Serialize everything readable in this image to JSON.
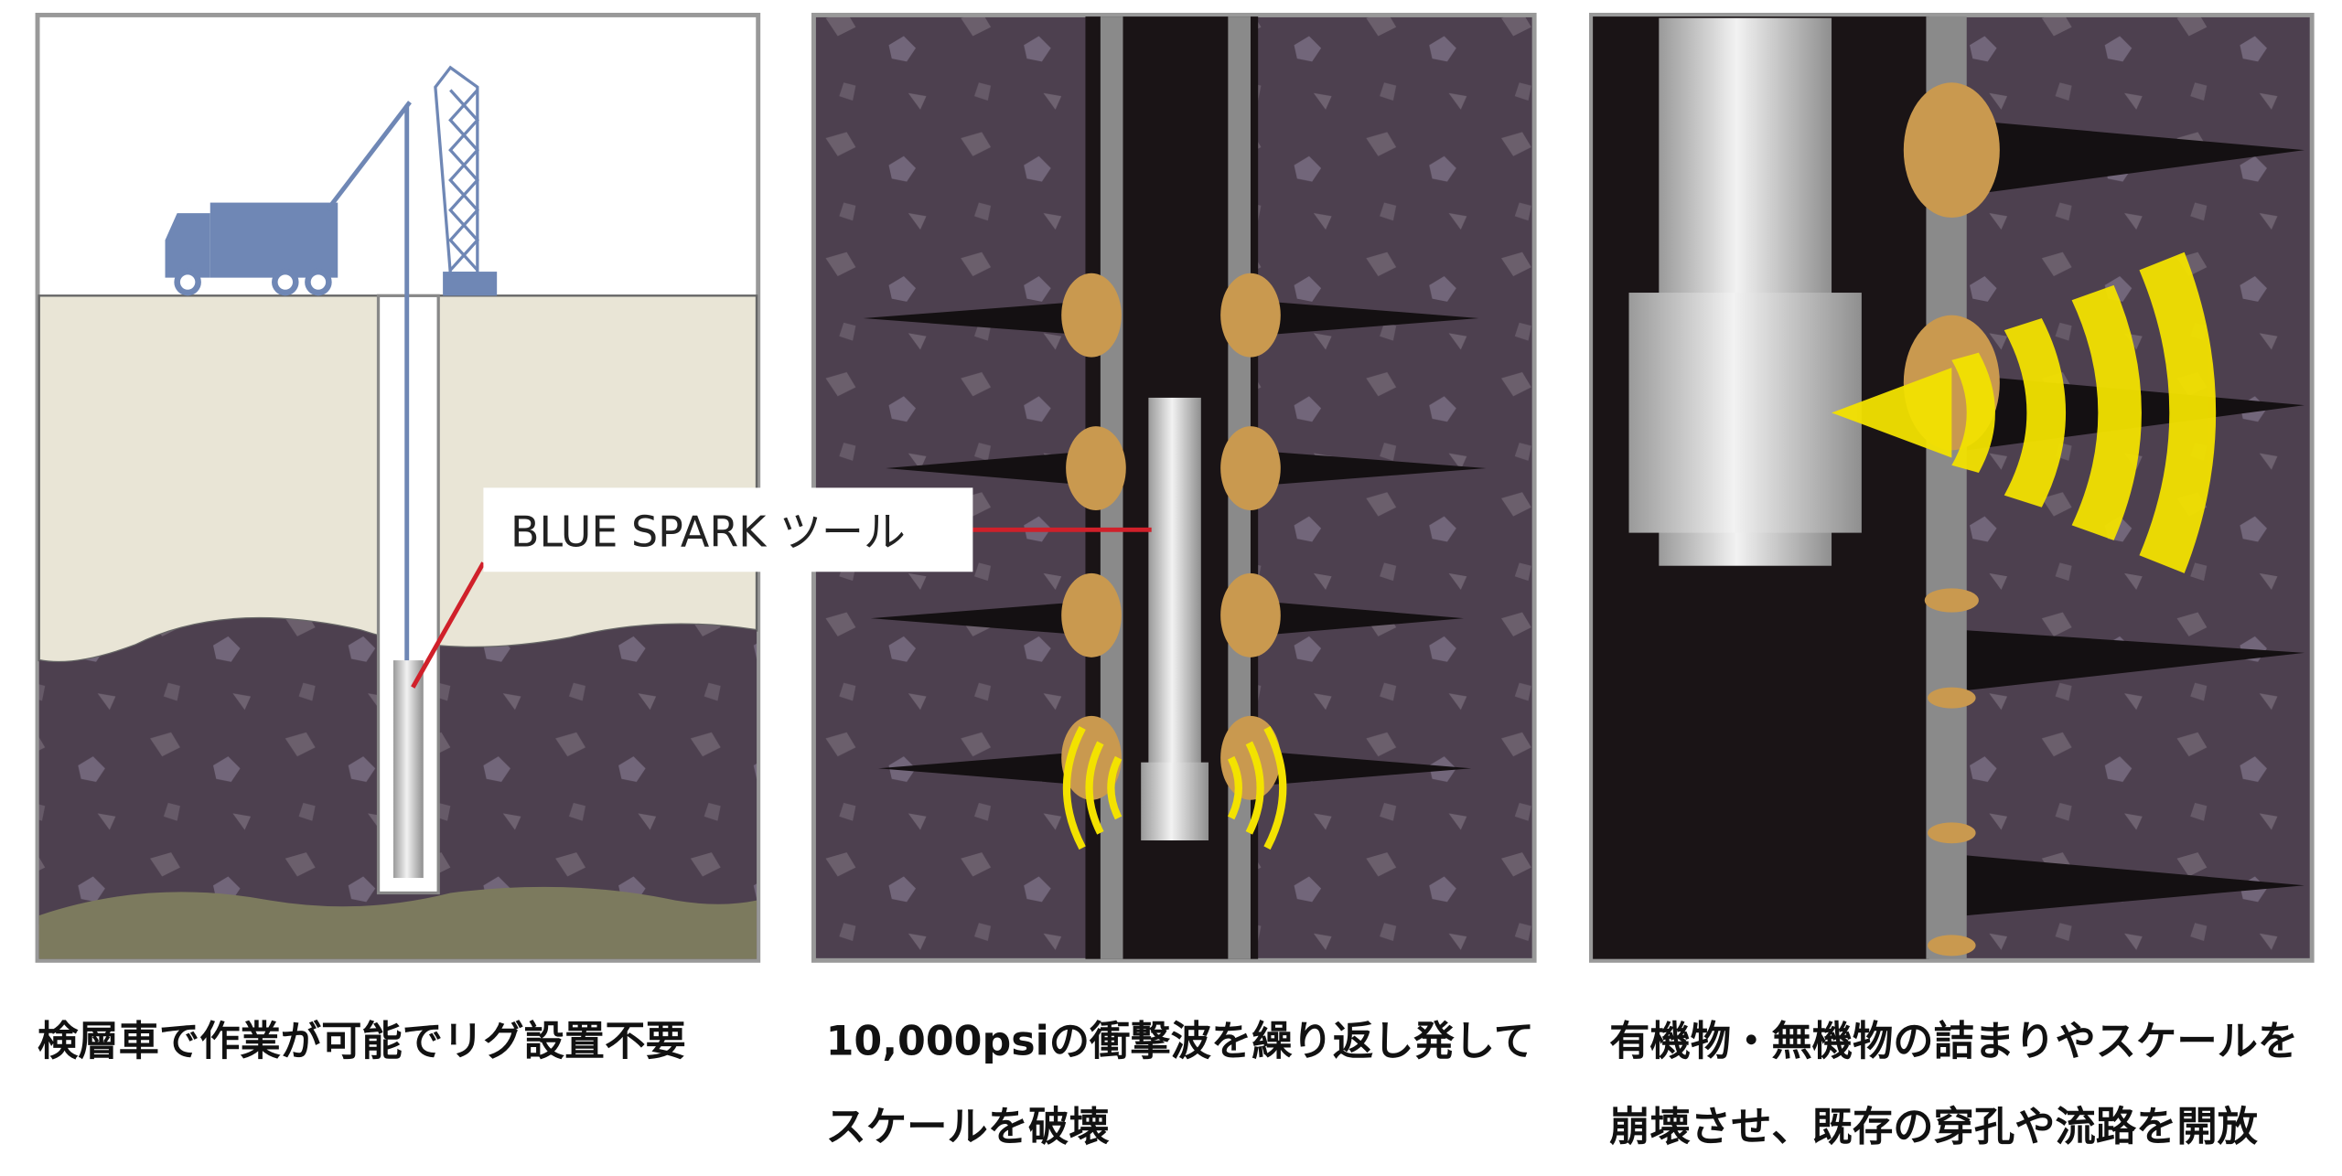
{
  "panels": [
    {
      "caption_lines": [
        "検層車で作業が可能でリグ設置不要"
      ]
    },
    {
      "caption_lines": [
        "10,000psiの衝撃波を繰り返し発して",
        "スケールを破壊"
      ]
    },
    {
      "caption_lines": [
        "有機物・無機物の詰まりやスケールを",
        "崩壊させ、既存の穿孔や流路を開放"
      ]
    }
  ],
  "tool_label": "BLUE SPARK ツール",
  "colors": {
    "rock": "#4d404f",
    "ground": "#e9e5d6",
    "scale": "#c9994f",
    "wave": "#f3e200",
    "truck": "#6f87b5",
    "pointer": "#d0202a"
  }
}
